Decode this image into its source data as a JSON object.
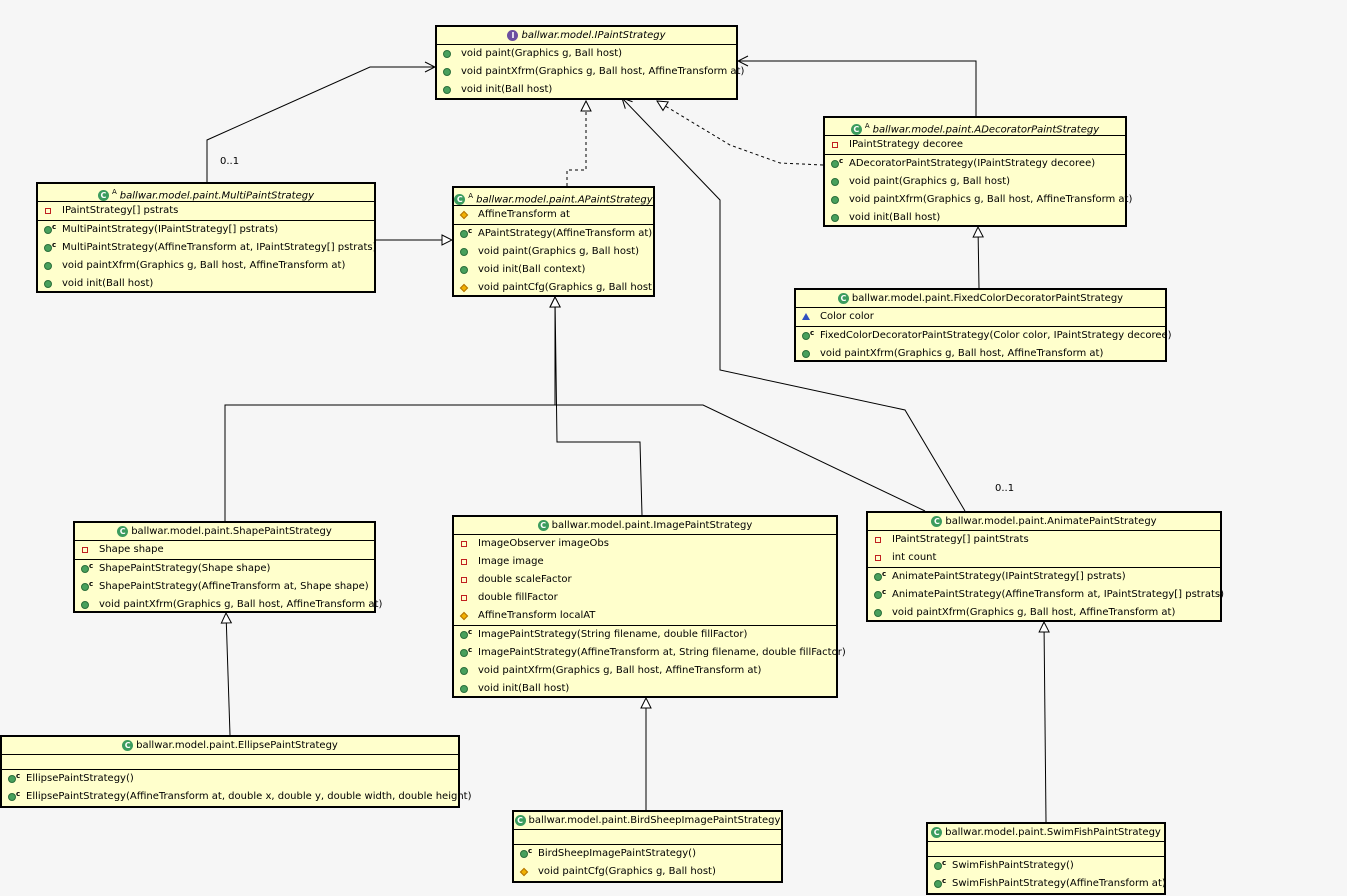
{
  "classes": {
    "ipaint": {
      "name": "ballwar.model.IPaintStrategy",
      "kind": "I",
      "italic": true,
      "members": [
        {
          "vis": "pub",
          "text": "void paint(Graphics g, Ball host)"
        },
        {
          "vis": "pub",
          "text": "void paintXfrm(Graphics g, Ball host, AffineTransform at)"
        },
        {
          "vis": "pub",
          "text": "void init(Ball host)"
        }
      ]
    },
    "adecorator": {
      "name": "ballwar.model.paint.ADecoratorPaintStrategy",
      "kind": "C",
      "italic": true,
      "abstract": "A",
      "fields": [
        {
          "vis": "priv",
          "text": "IPaintStrategy decoree"
        }
      ],
      "members": [
        {
          "vis": "pub",
          "ctor": true,
          "text": "ADecoratorPaintStrategy(IPaintStrategy decoree)"
        },
        {
          "vis": "pub",
          "text": "void paint(Graphics g, Ball host)"
        },
        {
          "vis": "pub",
          "text": "void paintXfrm(Graphics g, Ball host, AffineTransform at)"
        },
        {
          "vis": "pub",
          "text": "void init(Ball host)"
        }
      ]
    },
    "multi": {
      "name": "ballwar.model.paint.MultiPaintStrategy",
      "kind": "C",
      "italic": true,
      "abstract": "A",
      "fields": [
        {
          "vis": "priv",
          "text": "IPaintStrategy[] pstrats"
        }
      ],
      "members": [
        {
          "vis": "pub",
          "ctor": true,
          "text": "MultiPaintStrategy(IPaintStrategy[] pstrats)"
        },
        {
          "vis": "pub",
          "ctor": true,
          "text": "MultiPaintStrategy(AffineTransform at, IPaintStrategy[] pstrats)"
        },
        {
          "vis": "pub",
          "text": "void paintXfrm(Graphics g, Ball host, AffineTransform at)"
        },
        {
          "vis": "pub",
          "text": "void init(Ball host)"
        }
      ]
    },
    "apaint": {
      "name": "ballwar.model.paint.APaintStrategy",
      "kind": "C",
      "italic": true,
      "abstract": "A",
      "fields": [
        {
          "vis": "prot",
          "text": "AffineTransform at"
        }
      ],
      "members": [
        {
          "vis": "pub",
          "ctor": true,
          "text": "APaintStrategy(AffineTransform at)"
        },
        {
          "vis": "pub",
          "text": "void paint(Graphics g, Ball host)"
        },
        {
          "vis": "pub",
          "text": "void init(Ball context)"
        },
        {
          "vis": "prot",
          "text": "void paintCfg(Graphics g, Ball host)"
        }
      ]
    },
    "fixedcolor": {
      "name": "ballwar.model.paint.FixedColorDecoratorPaintStrategy",
      "kind": "C",
      "italic": false,
      "fields": [
        {
          "vis": "pkg",
          "text": "Color color"
        }
      ],
      "members": [
        {
          "vis": "pub",
          "ctor": true,
          "text": "FixedColorDecoratorPaintStrategy(Color color, IPaintStrategy decoree)"
        },
        {
          "vis": "pub",
          "text": "void paintXfrm(Graphics g, Ball host, AffineTransform at)"
        }
      ]
    },
    "shape": {
      "name": "ballwar.model.paint.ShapePaintStrategy",
      "kind": "C",
      "italic": false,
      "fields": [
        {
          "vis": "priv",
          "text": "Shape shape"
        }
      ],
      "members": [
        {
          "vis": "pub",
          "ctor": true,
          "text": "ShapePaintStrategy(Shape shape)"
        },
        {
          "vis": "pub",
          "ctor": true,
          "text": "ShapePaintStrategy(AffineTransform at, Shape shape)"
        },
        {
          "vis": "pub",
          "text": "void paintXfrm(Graphics g, Ball host, AffineTransform at)"
        }
      ]
    },
    "image": {
      "name": "ballwar.model.paint.ImagePaintStrategy",
      "kind": "C",
      "italic": false,
      "fields": [
        {
          "vis": "priv",
          "text": "ImageObserver imageObs"
        },
        {
          "vis": "priv",
          "text": "Image image"
        },
        {
          "vis": "priv",
          "text": "double scaleFactor"
        },
        {
          "vis": "priv",
          "text": "double fillFactor"
        },
        {
          "vis": "prot",
          "text": "AffineTransform localAT"
        }
      ],
      "members": [
        {
          "vis": "pub",
          "ctor": true,
          "text": "ImagePaintStrategy(String filename, double fillFactor)"
        },
        {
          "vis": "pub",
          "ctor": true,
          "text": "ImagePaintStrategy(AffineTransform at, String filename, double fillFactor)"
        },
        {
          "vis": "pub",
          "text": "void paintXfrm(Graphics g, Ball host, AffineTransform at)"
        },
        {
          "vis": "pub",
          "text": "void init(Ball host)"
        }
      ]
    },
    "animate": {
      "name": "ballwar.model.paint.AnimatePaintStrategy",
      "kind": "C",
      "italic": false,
      "fields": [
        {
          "vis": "priv",
          "text": "IPaintStrategy[] paintStrats"
        },
        {
          "vis": "priv",
          "text": "int count"
        }
      ],
      "members": [
        {
          "vis": "pub",
          "ctor": true,
          "text": "AnimatePaintStrategy(IPaintStrategy[] pstrats)"
        },
        {
          "vis": "pub",
          "ctor": true,
          "text": "AnimatePaintStrategy(AffineTransform at, IPaintStrategy[] pstrats)"
        },
        {
          "vis": "pub",
          "text": "void paintXfrm(Graphics g, Ball host, AffineTransform at)"
        }
      ]
    },
    "ellipse": {
      "name": "ballwar.model.paint.EllipsePaintStrategy",
      "kind": "C",
      "italic": false,
      "fields": [],
      "members": [
        {
          "vis": "pub",
          "ctor": true,
          "text": "EllipsePaintStrategy()"
        },
        {
          "vis": "pub",
          "ctor": true,
          "text": "EllipsePaintStrategy(AffineTransform at, double x, double y, double width, double height)"
        }
      ]
    },
    "birdsheep": {
      "name": "ballwar.model.paint.BirdSheepImagePaintStrategy",
      "kind": "C",
      "italic": false,
      "fields": [],
      "members": [
        {
          "vis": "pub",
          "ctor": true,
          "text": "BirdSheepImagePaintStrategy()"
        },
        {
          "vis": "prot",
          "text": "void paintCfg(Graphics g, Ball host)"
        }
      ]
    },
    "swimfish": {
      "name": "ballwar.model.paint.SwimFishPaintStrategy",
      "kind": "C",
      "italic": false,
      "fields": [],
      "members": [
        {
          "vis": "pub",
          "ctor": true,
          "text": "SwimFishPaintStrategy()"
        },
        {
          "vis": "pub",
          "ctor": true,
          "text": "SwimFishPaintStrategy(AffineTransform at)"
        }
      ]
    }
  },
  "multiplicities": {
    "multi": "0..1",
    "animate": "0..1"
  },
  "ctor_marker": "c",
  "colors": {
    "box_fill": "#ffffcc",
    "public": "#48a05c",
    "private": "#c02020",
    "protected": "#f0b000",
    "package": "#3050c0",
    "interface": "#6c4fa0"
  }
}
